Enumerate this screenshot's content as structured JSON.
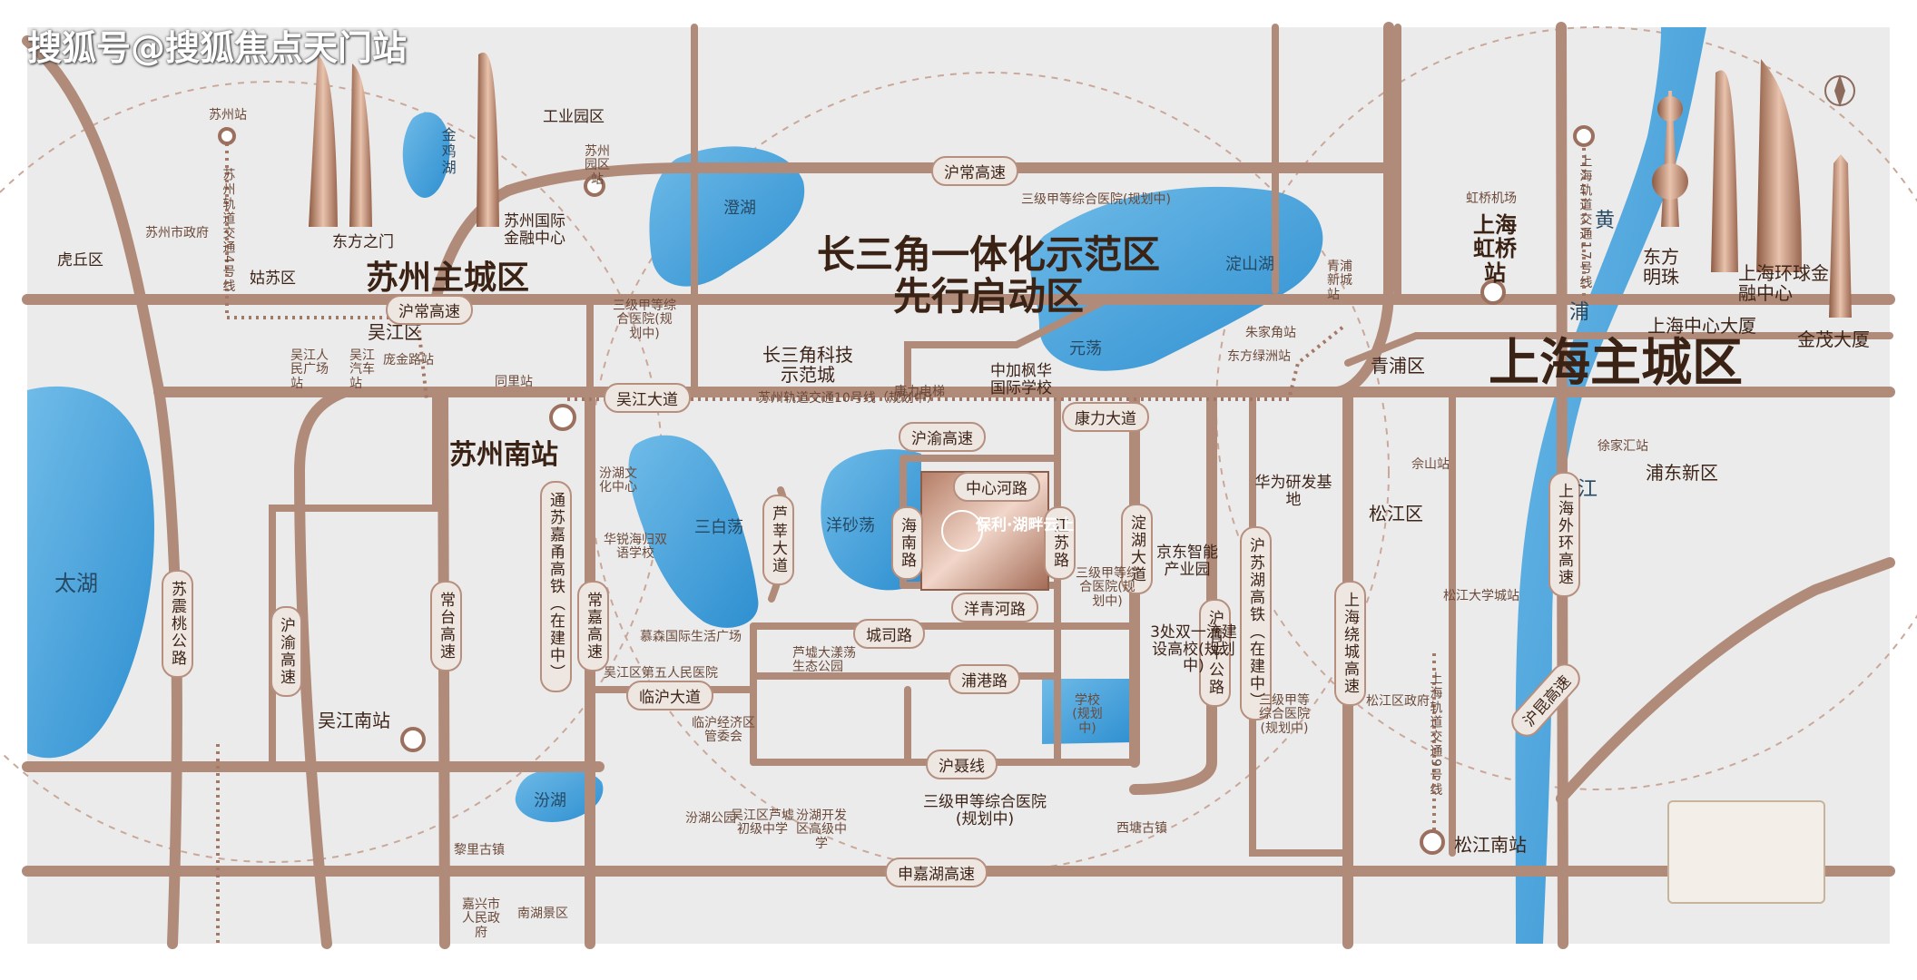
{
  "watermark": "搜狐号@搜狐焦点天门站",
  "regions": {
    "delta": [
      "长三角一体化示范区",
      "先行启动区"
    ],
    "suzhou_main": "苏州主城区",
    "shanghai_main": "上海主城区"
  },
  "districts": {
    "huqiu": "虎丘区",
    "gusu": "姑苏区",
    "wujiang": "吴江区",
    "qingpu": "青浦区",
    "songjiang": "松江区",
    "pudong": "浦东新区",
    "gongye": "工业园区",
    "suzhou_gov": "苏州市政府"
  },
  "roads": {
    "huchang_top": "沪常高速",
    "huchang_left": "沪常高速",
    "huyu": "沪渝高速",
    "kangli": "康力大道",
    "wujiang_ave": "吴江大道",
    "zhongxin": "中心河路",
    "yangqing": "洋青河路",
    "chengsi": "城司路",
    "pugang": "浦港路",
    "linhu": "临沪大道",
    "hunie": "沪聂线",
    "shenjiahu": "申嘉湖高速",
    "sudong": "苏震桃公路",
    "huyu_v": "沪渝高速",
    "changtai": "常台高速",
    "changjia": "常嘉高速",
    "lujiang": "芦莘大道",
    "haiyuan": "海南路",
    "jiangsu": "江苏路",
    "dianhu": "淀湖大道",
    "huqingping": "沪青平公路",
    "suhu_rail": "沪苏湖高铁（在建中）",
    "tongsu_rail": "通苏嘉甬高铁（在建中）",
    "raocheng": "上海绕城高速",
    "waihuan": "上海外环高速",
    "hukun": "沪昆高速",
    "line10": "苏州轨道交通10号线（规划中）",
    "line4": "苏州轨道交通4号线",
    "line17": "上海轨道交通17号线",
    "line9": "上海轨道交通9号线"
  },
  "stations": {
    "suzhou": "苏州站",
    "suzhou_park": "苏州园区站",
    "suzhou_south": "苏州南站",
    "wujiang_south": "吴江南站",
    "hongqiao": "上海虹桥站",
    "songjiang_south": "松江南站",
    "tongli": "同里站",
    "sheshan": "佘山站",
    "songjiang_univ": "松江大学城站",
    "xujiahui": "徐家汇站"
  },
  "lakes": {
    "taihu": "太湖",
    "chenghu": "澄湖",
    "dianshan": "淀山湖",
    "yuandang": "元荡",
    "sanbai": "三白荡",
    "yangsha": "洋砂荡",
    "fenhu": "汾湖",
    "jinji": "金鸡湖",
    "river": [
      "黄",
      "浦",
      "江"
    ]
  },
  "landmarks": {
    "dongfangzhimen": "东方之门",
    "suzhou_ifc": "苏州国际金融中心",
    "oriental_pearl": "东方明珠",
    "swfc": "上海环球金融中心",
    "shanghai_tower": "上海中心大厦",
    "jinmao": "金茂大厦",
    "hongqiao_airport": "虹桥机场",
    "tech_city": "长三角科技示范城",
    "huawei": "华为研发基地",
    "jingdong": "京东智能产业园",
    "zhongjia": "中加枫华国际学校",
    "hospital_top": "三级甲等综合医院(规划中)",
    "hospital_left": "三级甲等综合医院(规划中)",
    "hospital_mid": "三级甲等综合医院(规划中)",
    "hospital_bottom": "三级甲等综合医院(规划中)",
    "hospital_right": "三级甲等综合医院(规划中)",
    "universities": "3处双一流建设高校(规划中)",
    "huarui": "华锐海归双语学校",
    "fenhu_culture": "汾湖文化中心",
    "musen": "慕森国际生活广场",
    "wujiang_hosp": "吴江区第五人民医院",
    "linhu_econ": "临沪经济区管委会",
    "luxu_park": "芦墟大漾荡生态公园",
    "kangli_elev": "康力电梯",
    "zhujiajiao": "朱家角站",
    "dongfang_green": "东方绿洲站",
    "qingpu_newtown": "青浦新城站",
    "wujiang_people": "吴江人民广场站",
    "wujiang_bus": "吴江汽车站",
    "pangjin": "庞金路站",
    "songjiang_gov": "松江区政府",
    "fenhu_park": "汾湖公园",
    "luxu_school": "吴江区芦墟初级中学",
    "fenhu_high": "汾湖开发区高级中学",
    "xitang": "西塘古镇",
    "liyuan": "黎里古镇",
    "jiaxing_gov": "嘉兴市人民政府",
    "nanhu": "南湖景区",
    "school_plan": "学校(规划中)"
  },
  "project": {
    "name": "保利·湖畔云上"
  },
  "colors": {
    "road": "#b08b7a",
    "road_light": "#d8c6bd",
    "water": "#3f9ad6",
    "text": "#3d2418",
    "bg": "#ecebeb"
  },
  "icons": [
    "railway-station-icon",
    "hospital-cross-icon",
    "school-cap-icon",
    "tower-icon",
    "compass-icon",
    "airport-icon",
    "star-icon"
  ]
}
